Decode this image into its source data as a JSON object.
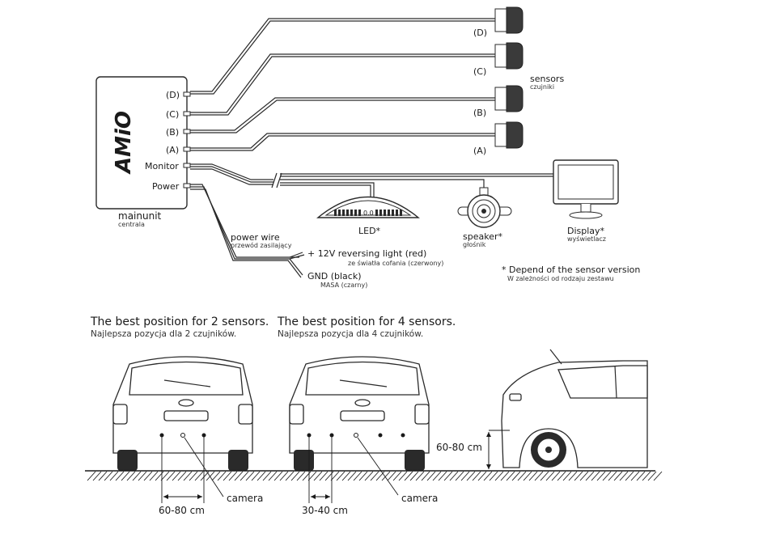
{
  "mainunit": {
    "brand": "AMiO",
    "ports": [
      "(D)",
      "(C)",
      "(B)",
      "(A)",
      "Monitor",
      "Power"
    ],
    "label": "mainunit",
    "label_sub": "centrala"
  },
  "sensors": {
    "labels": [
      "(D)",
      "(C)",
      "(B)",
      "(A)"
    ],
    "title": "sensors",
    "title_sub": "czujniki"
  },
  "led": {
    "readout": "0.0",
    "label": "LED*"
  },
  "speaker": {
    "label": "speaker*",
    "label_sub": "głośnik"
  },
  "display": {
    "label": "Display*",
    "label_sub": "wyświetlacz"
  },
  "power_wire": {
    "label": "power wire",
    "label_sub": "przewód zasilający"
  },
  "wires": {
    "plus_label": "+ 12V reversing light (red)",
    "plus_sub": "ze światła cofania (czerwony)",
    "gnd_label": "GND (black)",
    "gnd_sub": "MASA (czarny)"
  },
  "note": {
    "text": "* Depend of the sensor version",
    "sub": "W zależności od rodzaju zestawu"
  },
  "positions": {
    "two": {
      "title": "The best position for 2 sensors.",
      "sub": "Najlepsza pozycja dla 2 czujników.",
      "camera": "camera",
      "spacing": "60-80 cm"
    },
    "four": {
      "title": "The best position for 4 sensors.",
      "sub": "Najlepsza pozycja dla 4 czujników.",
      "camera": "camera",
      "spacing": "30-40 cm"
    },
    "height": "60-80 cm"
  }
}
